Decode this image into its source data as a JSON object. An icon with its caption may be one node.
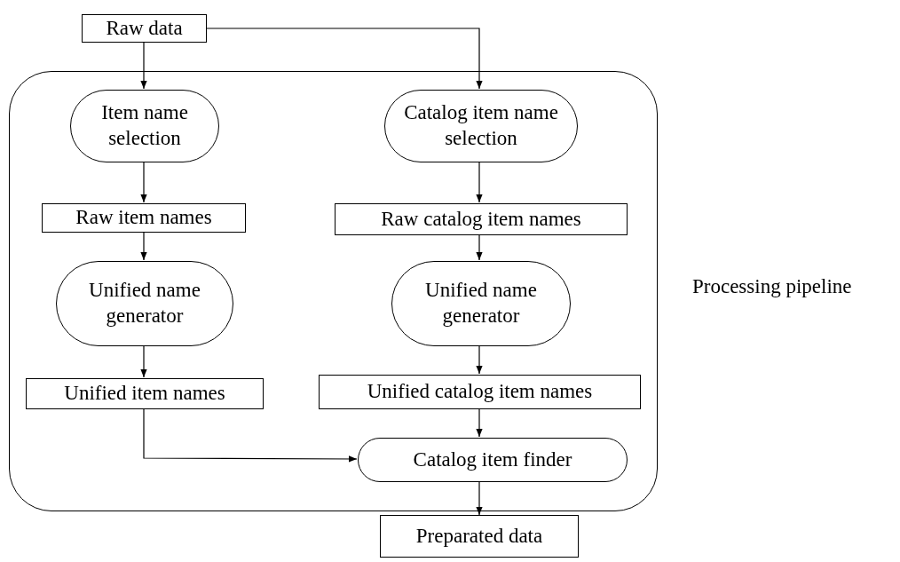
{
  "diagram": {
    "nodes": [
      {
        "text": [
          "Raw data"
        ]
      },
      {
        "text": [],
        "shape": "box",
        "beside": [
          "Processing pipeline"
        ]
      },
      {
        "text": [
          "Item name selection"
        ],
        "in": 1
      },
      {
        "text": [
          "Catalog item name selection"
        ],
        "in": 1
      },
      {
        "text": [
          "Raw item names"
        ],
        "in": 1
      },
      {
        "text": [
          "Raw catalog item names"
        ],
        "in": 1
      },
      {
        "text": [
          "Unified name generator"
        ],
        "in": 1
      },
      {
        "text": [
          "Unified name generator"
        ],
        "in": 1
      },
      {
        "text": [
          "Unified item names"
        ],
        "in": 1
      },
      {
        "text": [
          "Unified catalog item names"
        ],
        "in": 1
      },
      {
        "text": [
          "Catalog item finder"
        ],
        "in": 1
      },
      {
        "text": [
          "Preparated data"
        ]
      }
    ],
    "edges": [
      {
        "from": 0,
        "to": 2,
        "arrow": "to"
      },
      {
        "from": 0,
        "to": 3,
        "arrow": "to"
      },
      {
        "from": 2,
        "to": 4,
        "arrow": "to"
      },
      {
        "from": 4,
        "to": 6,
        "arrow": "to"
      },
      {
        "from": 6,
        "to": 8,
        "arrow": "to"
      },
      {
        "from": 8,
        "to": 10,
        "arrow": "to"
      },
      {
        "from": 3,
        "to": 5,
        "arrow": "to"
      },
      {
        "from": 5,
        "to": 7,
        "arrow": "to"
      },
      {
        "from": 7,
        "to": 9,
        "arrow": "to"
      },
      {
        "from": 9,
        "to": 10,
        "arrow": "to"
      },
      {
        "from": 10,
        "to": 11,
        "arrow": "to"
      }
    ]
  }
}
